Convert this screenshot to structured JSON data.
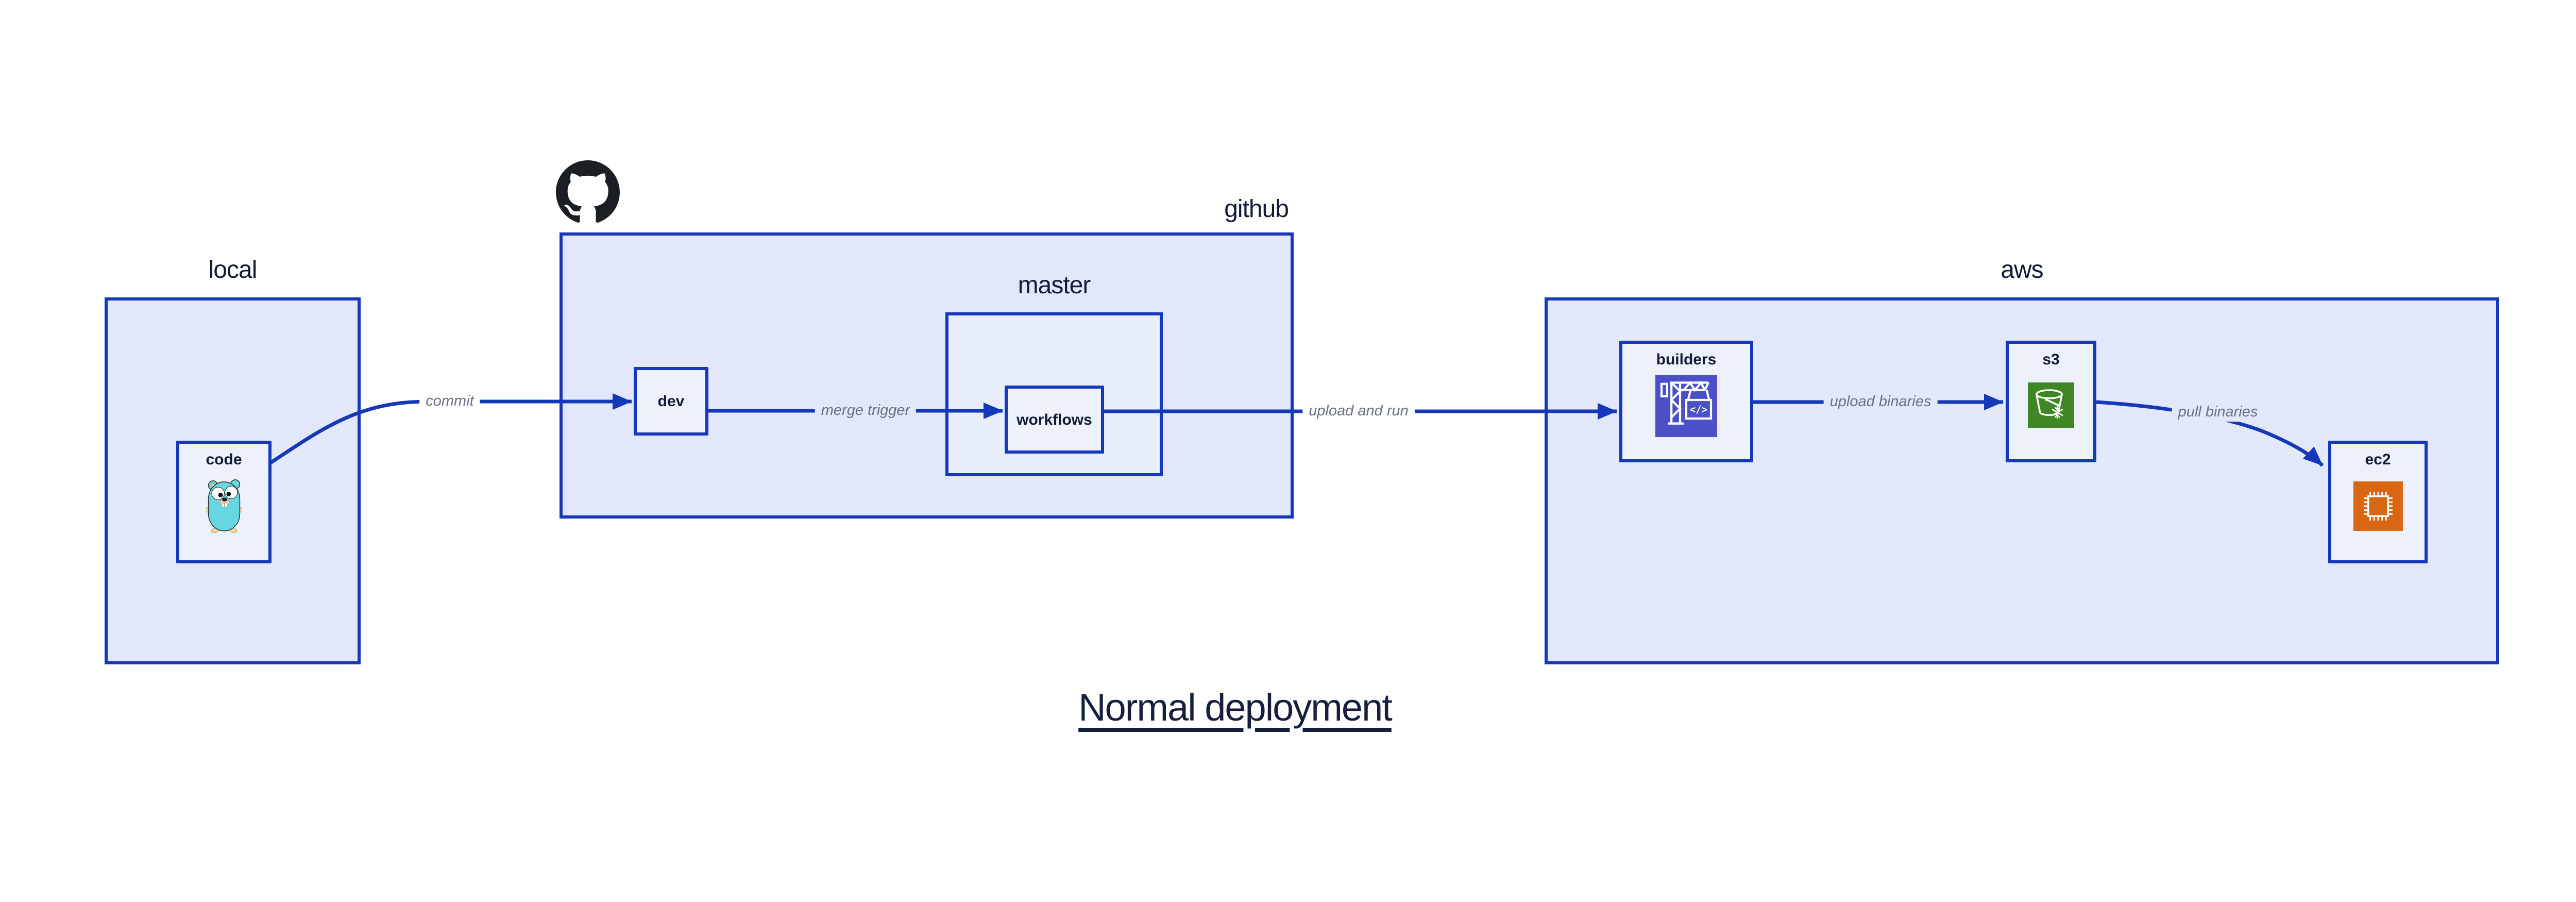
{
  "title": {
    "text": "Normal deployment"
  },
  "clusters": {
    "local": {
      "label": "local"
    },
    "github": {
      "label": "github"
    },
    "master": {
      "label": "master"
    },
    "aws": {
      "label": "aws"
    }
  },
  "nodes": {
    "code": {
      "label": "code"
    },
    "dev": {
      "label": "dev"
    },
    "workflows": {
      "label": "workflows"
    },
    "builders": {
      "label": "builders"
    },
    "s3": {
      "label": "s3"
    },
    "ec2": {
      "label": "ec2"
    }
  },
  "edges": {
    "commit": {
      "label": "commit"
    },
    "merge_trigger": {
      "label": "merge trigger"
    },
    "upload_and_run": {
      "label": "upload and run"
    },
    "upload_binaries": {
      "label": "upload binaries"
    },
    "pull_binaries": {
      "label": "pull binaries"
    }
  },
  "icons": {
    "github_logo": "github-octocat-mark",
    "code_icon": "go-gopher",
    "builders_icon": "aws-codebuild-crane",
    "builders_glyph": "</>",
    "s3_icon": "aws-s3-glacier-bucket",
    "ec2_icon": "aws-ec2-chip"
  },
  "colors": {
    "border_blue": "#1538b8",
    "cluster_fill": "#e2e8f9",
    "node_fill": "#edf1fc",
    "text_dark": "#131c36",
    "edge_label_gray": "#6a7180",
    "codebuild_purple": "#4b50c8",
    "s3_green": "#3f8624",
    "ec2_orange": "#d86613",
    "gopher_teal": "#66d7e0",
    "octocat_black": "#1b1f23"
  }
}
